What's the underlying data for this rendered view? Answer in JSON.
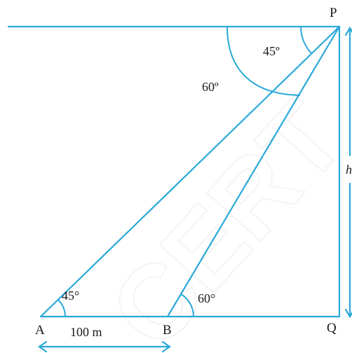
{
  "points": {
    "P": "P",
    "Q": "Q",
    "A": "A",
    "B": "B"
  },
  "angles": {
    "at_a": "45°",
    "at_b": "60°",
    "at_p_small": "45º",
    "at_p_large": "60º"
  },
  "measurements": {
    "ab": "100 m",
    "height": "h"
  },
  "watermark": "CERT",
  "colors": {
    "line": "#29a9d8",
    "text": "#1a1a1a"
  }
}
